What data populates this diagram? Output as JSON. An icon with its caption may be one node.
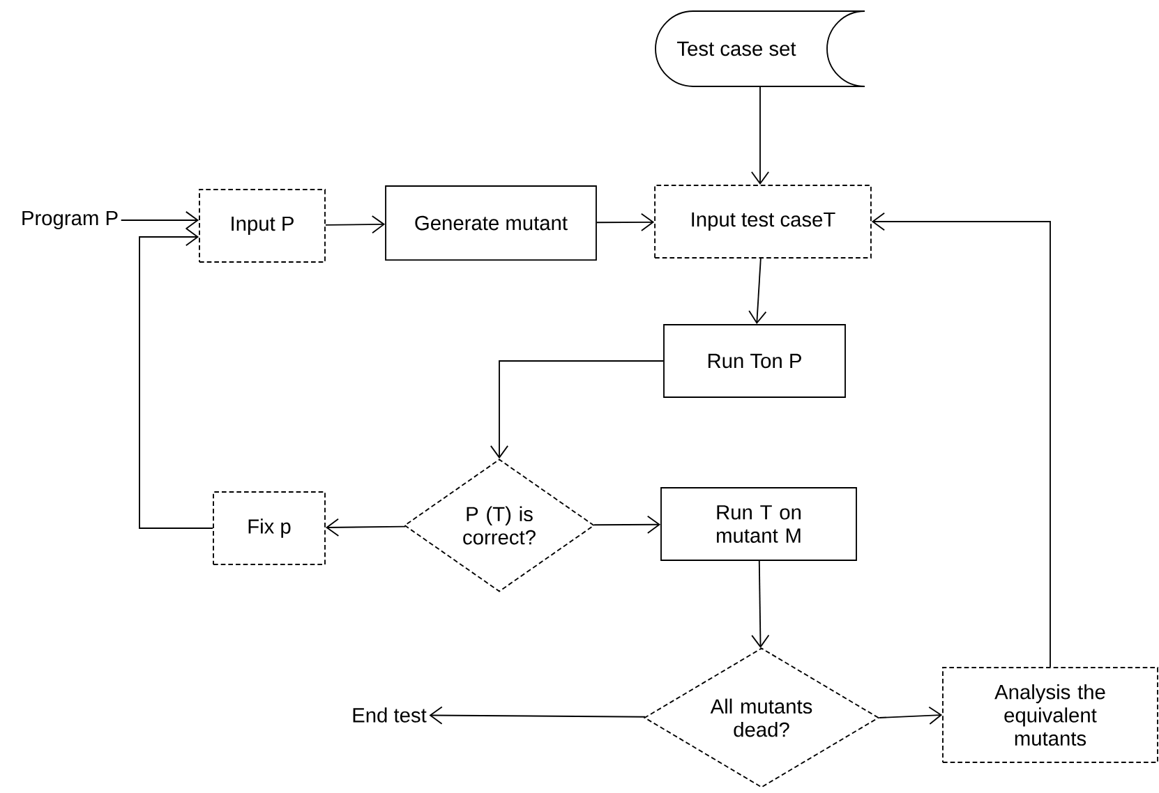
{
  "diagram": {
    "nodes": [
      {
        "text": [
          "Test case set"
        ]
      },
      {
        "text": [
          "Program P"
        ]
      },
      {
        "text": [
          "Input P"
        ]
      },
      {
        "text": [
          "Generate mutant"
        ]
      },
      {
        "text": [
          "Input test caseT"
        ]
      },
      {
        "text": [
          "Run Ton P"
        ]
      },
      {
        "text": [
          "P (T) is correct?"
        ]
      },
      {
        "text": [
          "Fix p"
        ]
      },
      {
        "text": [
          "Run T on mutant M"
        ]
      },
      {
        "text": [
          "All mutants dead?"
        ]
      },
      {
        "text": [
          "End test"
        ]
      },
      {
        "text": [
          "Analysis the equivalent mutants"
        ]
      }
    ],
    "edges": [
      {
        "from": 0,
        "to": 4,
        "arrow": "to"
      },
      {
        "from": 1,
        "to": 2,
        "arrow": "to"
      },
      {
        "from": 2,
        "to": 3,
        "arrow": "to"
      },
      {
        "from": 3,
        "to": 4,
        "arrow": "to"
      },
      {
        "from": 4,
        "to": 5,
        "arrow": "to"
      },
      {
        "from": 5,
        "to": 6,
        "arrow": "to"
      },
      {
        "from": 6,
        "to": 7,
        "arrow": "to"
      },
      {
        "from": 6,
        "to": 8,
        "arrow": "to"
      },
      {
        "from": 7,
        "to": 2,
        "arrow": "to"
      },
      {
        "from": 8,
        "to": 9,
        "arrow": "to"
      },
      {
        "from": 9,
        "to": 10,
        "arrow": "to"
      },
      {
        "from": 9,
        "to": 11,
        "arrow": "to"
      },
      {
        "from": 11,
        "to": 4,
        "arrow": "to"
      }
    ]
  }
}
